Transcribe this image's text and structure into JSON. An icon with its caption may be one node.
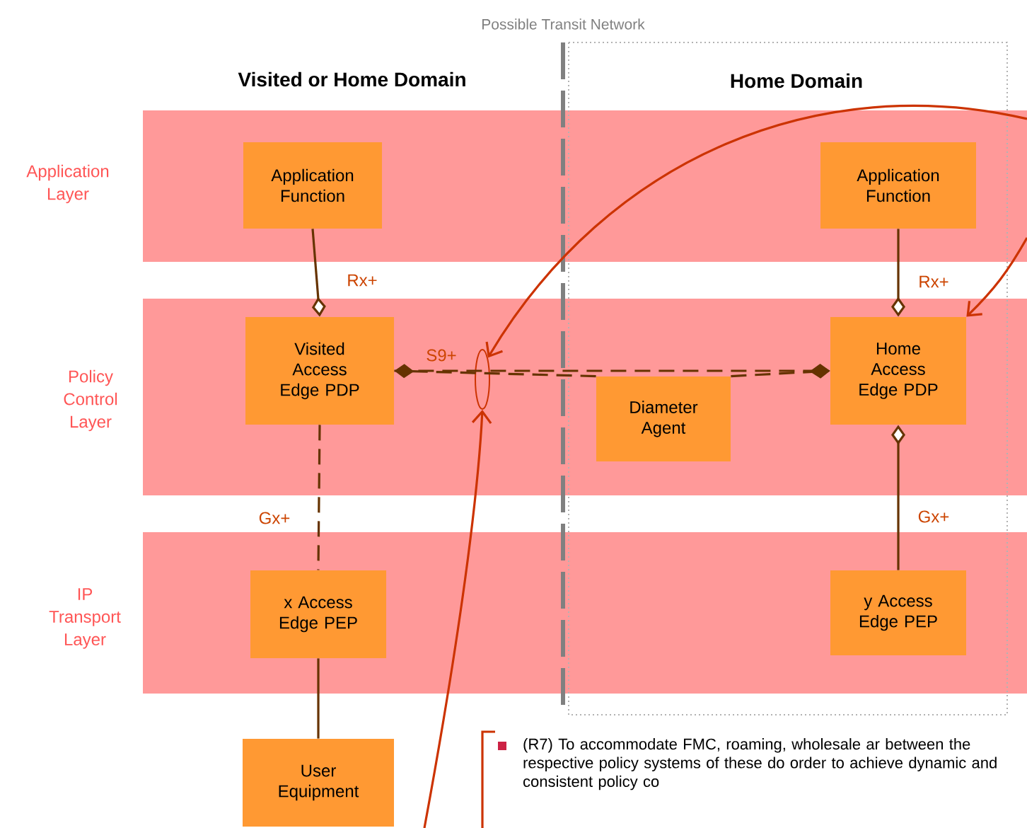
{
  "diagram": {
    "nodes": [
      {
        "text": [
          "Application Function"
        ]
      },
      {
        "text": [
          "Visited Access Edge PDP"
        ]
      },
      {
        "text": [
          "x Access Edge PEP"
        ]
      },
      {
        "text": [
          "User Equipment"
        ]
      },
      {
        "text": [
          "Application Function"
        ]
      },
      {
        "text": [
          "Home Access Edge PDP"
        ]
      },
      {
        "text": [
          "Diameter Agent"
        ]
      },
      {
        "text": [
          "y Access Edge PEP"
        ]
      },
      {
        "text": [],
        "shape": "ellipse"
      }
    ],
    "edges": [
      {
        "from": 0,
        "to": 1,
        "arrow": "other",
        "label": "Rx+"
      },
      {
        "from": 4,
        "to": 5,
        "arrow": "other",
        "label": "Rx+"
      },
      {
        "from": 1,
        "to": 2,
        "arrow": "none",
        "label": "Gx+",
        "style": "dashed"
      },
      {
        "from": 7,
        "to": 5,
        "arrow": "other",
        "label": "Gx+"
      },
      {
        "from": 6,
        "to": 1,
        "arrow": "other",
        "style": "dashed"
      },
      {
        "from": 6,
        "to": 5,
        "arrow": "other",
        "style": "dashed"
      },
      {
        "from": 1,
        "to": 5,
        "arrow": "other",
        "label": "S9+",
        "style": "dashed"
      },
      {
        "from": 2,
        "to": 3,
        "arrow": "none"
      },
      {
        "from": null,
        "to": 8,
        "arrow": "to",
        "color": "#cc3300"
      },
      {
        "from": null,
        "to": 8,
        "arrow": "to",
        "color": "#cc3300"
      },
      {
        "from": null,
        "to": 5,
        "arrow": "to",
        "color": "#cc3300"
      }
    ],
    "labels": [
      "Possible Transit Network",
      "Visited or Home Domain",
      "Home Domain",
      "Application Layer",
      "Policy Control Layer",
      "IP Transport Layer",
      "(R7) To accommodate FMC, roaming, wholesale ar between the respective policy systems of these do order to achieve dynamic and consistent policy co"
    ]
  }
}
